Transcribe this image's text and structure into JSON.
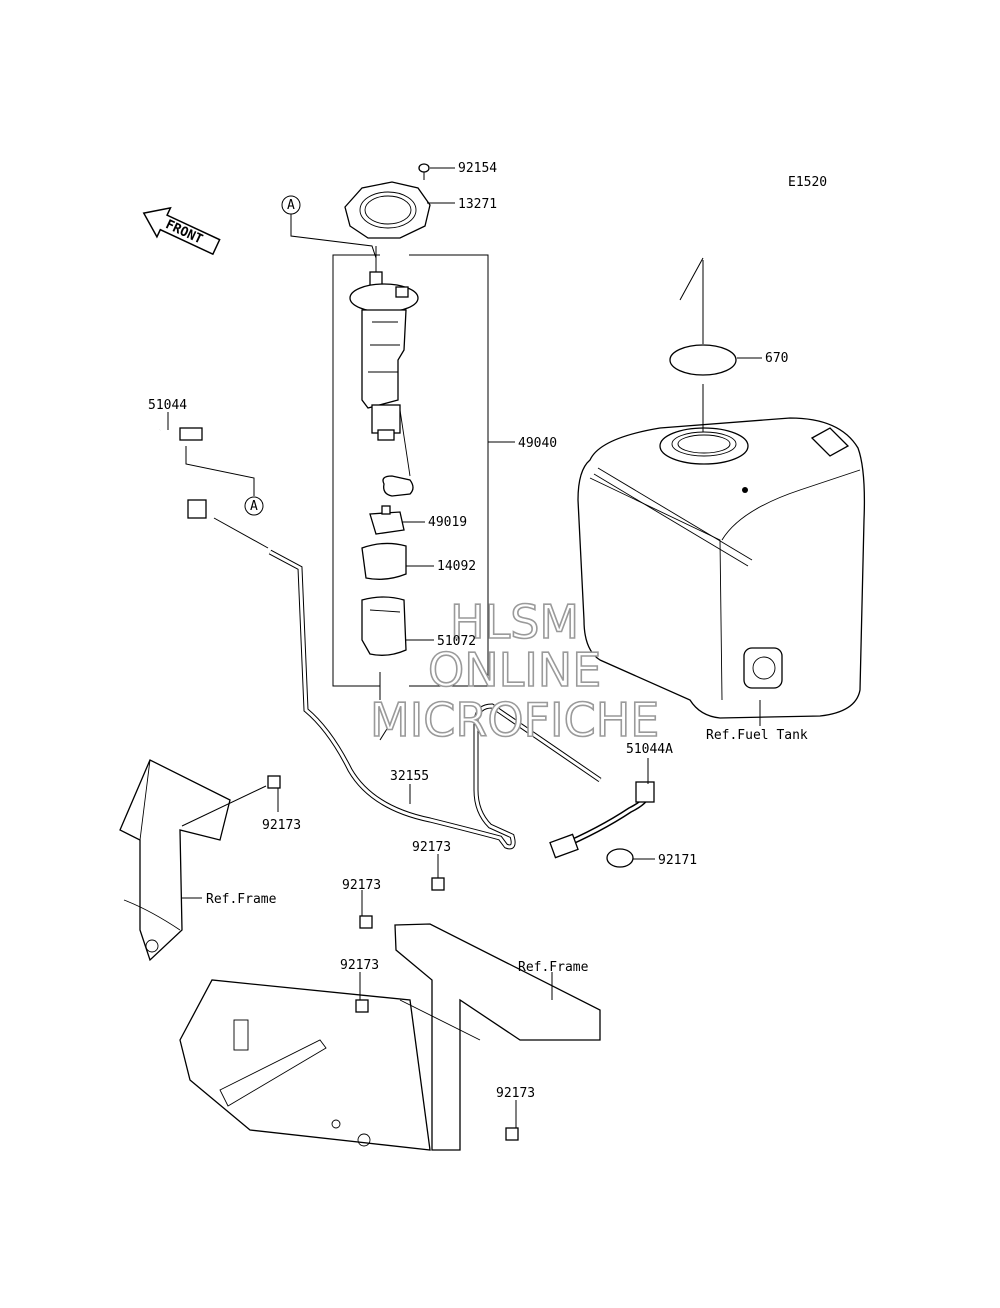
{
  "diagram_code": "E1520",
  "front_label": "FRONT",
  "ref_marker": "A",
  "watermark": {
    "line1": "HLSM",
    "line2": "ONLINE",
    "line3": "MICROFICHE"
  },
  "parts": {
    "p92154": "92154",
    "p13271": "13271",
    "p49040": "49040",
    "p49019": "49019",
    "p14092": "14092",
    "p51072": "51072",
    "p51044": "51044",
    "p670": "670",
    "p51044A": "51044A",
    "p32155": "32155",
    "p92171": "92171",
    "p92173": "92173"
  },
  "refs": {
    "fuel_tank": "Ref.Fuel Tank",
    "frame": "Ref.Frame"
  }
}
